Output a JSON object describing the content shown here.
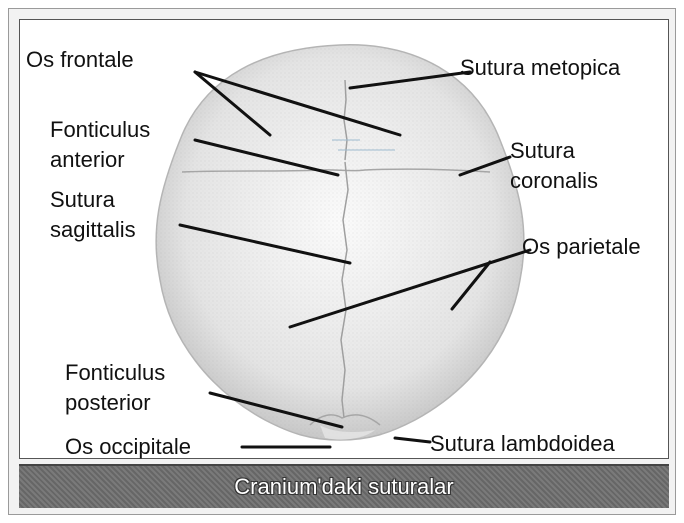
{
  "labels": {
    "os_frontale": "Os frontale",
    "fonticulus_anterior_line1": "Fonticulus",
    "fonticulus_anterior_line2": "anterior",
    "sutura_sagittalis_line1": "Sutura",
    "sutura_sagittalis_line2": "sagittalis",
    "fonticulus_posterior_line1": "Fonticulus",
    "fonticulus_posterior_line2": "posterior",
    "os_occipitale": "Os occipitale",
    "sutura_metopica": "Sutura metopica",
    "sutura_coronalis_line1": "Sutura",
    "sutura_coronalis_line2": "coronalis",
    "os_parietale": "Os parietale",
    "sutura_lambdoidea": "Sutura lambdoidea"
  },
  "caption": "Cranium'daki suturalar",
  "colors": {
    "skull_light": "#f7f7f7",
    "skull_shade": "#c9c9c9",
    "caption_bar": "#6f6f6f",
    "leader": "#111111"
  }
}
